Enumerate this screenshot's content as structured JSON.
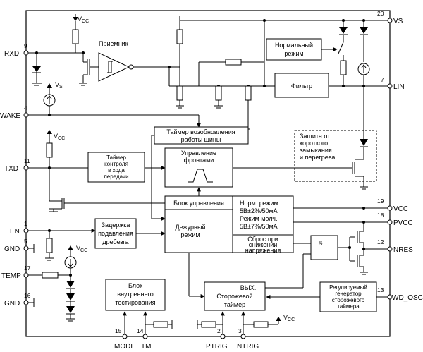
{
  "pins": {
    "rxd": {
      "label": "RXD",
      "num": "9"
    },
    "wake": {
      "label": "WAKE",
      "num": "4"
    },
    "txd": {
      "label": "TXD",
      "num": "11"
    },
    "en": {
      "label": "EN",
      "num": "1"
    },
    "gnd1": {
      "label": "GND",
      "num": "5"
    },
    "temp": {
      "label": "TEMP",
      "num": "17"
    },
    "gnd2": {
      "label": "GND",
      "num": "16"
    },
    "mode": {
      "label": "MODE",
      "num": "15"
    },
    "tm": {
      "label": "TM",
      "num": "14"
    },
    "ptrig": {
      "label": "PTRIG",
      "num": "2"
    },
    "ntrig": {
      "label": "NTRIG",
      "num": "3"
    },
    "vs": {
      "label": "VS",
      "num": "20"
    },
    "lin": {
      "label": "LIN",
      "num": "7"
    },
    "vcc": {
      "label": "VCC",
      "num": "19"
    },
    "pvcc": {
      "label": "PVCC",
      "num": "18"
    },
    "nres": {
      "label": "NRES",
      "num": "12"
    },
    "wd_osc": {
      "label": "WD_OSC",
      "num": "13"
    }
  },
  "supplies": {
    "vcc": "V",
    "vcc_sub": "CC",
    "vs": "V",
    "vs_sub": "S"
  },
  "blocks": {
    "receiver": "Приемник",
    "normal_mode": [
      "Нормальный",
      "режим"
    ],
    "filter": "Фильтр",
    "wakeup_timer": [
      "Таймер возобновления",
      "работы шины"
    ],
    "short_protection": [
      "Защита от",
      "короткого",
      "замыкания",
      "и перегрева"
    ],
    "tx_timer": [
      "Таймер",
      "контроля",
      "в хода",
      "передачи"
    ],
    "slope_control": [
      "Управление",
      "фронтами"
    ],
    "control_unit": "Блок управления",
    "standby": [
      "Дежурный",
      "режим"
    ],
    "modes": [
      "Норм. режим",
      "5В±2%/50мА",
      "Режим молч.",
      "5В±7%/50мА"
    ],
    "reset": [
      "Сброс при",
      "снижении",
      "напряжения"
    ],
    "debounce": [
      "Задержка",
      "подавления",
      "дребезга"
    ],
    "and_gate": "&",
    "test_unit": [
      "Блок",
      "внутреннего",
      "тестирования"
    ],
    "watchdog": [
      "ВЫХ.",
      "Сторожевой",
      "таймер"
    ],
    "wd_generator": [
      "Регулируемый",
      "генератор",
      "сторожевого",
      "таймера"
    ]
  }
}
